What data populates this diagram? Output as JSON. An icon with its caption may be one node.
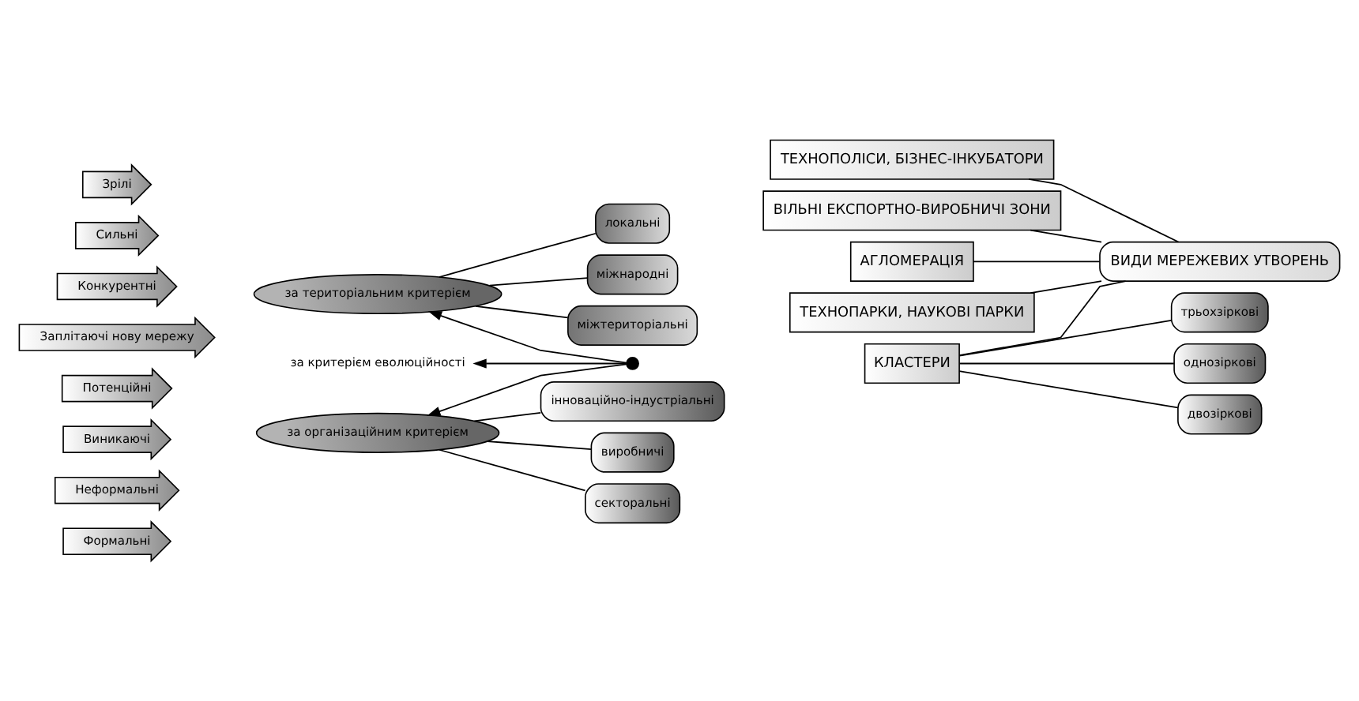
{
  "diagram": {
    "nodes": [
      {
        "text": [
          "ВИДИ МЕРЕЖЕВИХ УТВОРЕНЬ"
        ]
      },
      {
        "text": [
          "ВІЛЬНІ ЕКСПОРТНО-ВИРОБНИЧІ ЗОНИ"
        ]
      },
      {
        "text": [
          "КЛАСТЕРИ"
        ]
      },
      {
        "text": [
          "АГЛОМЕРАЦІЯ"
        ]
      },
      {
        "text": [
          "ТЕХНОПАРКИ, НАУКОВІ ПАРКИ"
        ]
      },
      {
        "text": [
          "ТЕХНОПОЛІСИ, БІЗНЕС-ІНКУБАТОРИ"
        ]
      },
      {
        "text": [],
        "shape": "circle"
      },
      {
        "text": [
          "за територіальним критерієм"
        ]
      },
      {
        "text": [
          "міжтериторіальні"
        ]
      },
      {
        "text": [
          "локальні"
        ]
      },
      {
        "text": [
          "міжнародні"
        ]
      },
      {
        "text": [
          "за організаційним критерієм"
        ]
      },
      {
        "text": [
          "виробничі"
        ]
      },
      {
        "text": [
          "секторальні"
        ]
      },
      {
        "text": [
          "інноваційно-індустріальні"
        ]
      },
      {
        "text": [
          "однозіркові"
        ]
      },
      {
        "text": [
          "двозіркові"
        ]
      },
      {
        "text": [
          "трьохзіркові"
        ]
      },
      {
        "text": [
          "за критерієм еволюційності"
        ]
      },
      {
        "text": [
          "Зрілі"
        ]
      },
      {
        "text": [
          "Сильні"
        ]
      },
      {
        "text": [
          "Конкурентні"
        ]
      },
      {
        "text": [
          "Заплітаючі нову мережу"
        ]
      },
      {
        "text": [
          "Потенційні"
        ]
      },
      {
        "text": [
          "Виникаючі"
        ]
      },
      {
        "text": [
          "Неформальні"
        ]
      },
      {
        "text": [
          "Формальні"
        ]
      }
    ],
    "edges": [
      {
        "from": 0,
        "to": 1,
        "arrow": "none"
      },
      {
        "from": 0,
        "to": 2,
        "arrow": "none"
      },
      {
        "from": 0,
        "to": 3,
        "arrow": "none"
      },
      {
        "from": 0,
        "to": 4,
        "arrow": "none"
      },
      {
        "from": 0,
        "to": 5,
        "arrow": "none"
      },
      {
        "from": 6,
        "to": 18,
        "arrow": "to"
      },
      {
        "from": 6,
        "to": 7,
        "arrow": "to"
      },
      {
        "from": 6,
        "to": 11,
        "arrow": "to"
      },
      {
        "from": 8,
        "to": 7,
        "arrow": "none"
      },
      {
        "from": 9,
        "to": 7,
        "arrow": "none"
      },
      {
        "from": 10,
        "to": 7,
        "arrow": "none"
      },
      {
        "from": 12,
        "to": 11,
        "arrow": "none"
      },
      {
        "from": 13,
        "to": 11,
        "arrow": "none"
      },
      {
        "from": 14,
        "to": 11,
        "arrow": "none"
      },
      {
        "from": 15,
        "to": 2,
        "arrow": "none"
      },
      {
        "from": 16,
        "to": 2,
        "arrow": "none"
      },
      {
        "from": 17,
        "to": 2,
        "arrow": "none"
      }
    ]
  }
}
